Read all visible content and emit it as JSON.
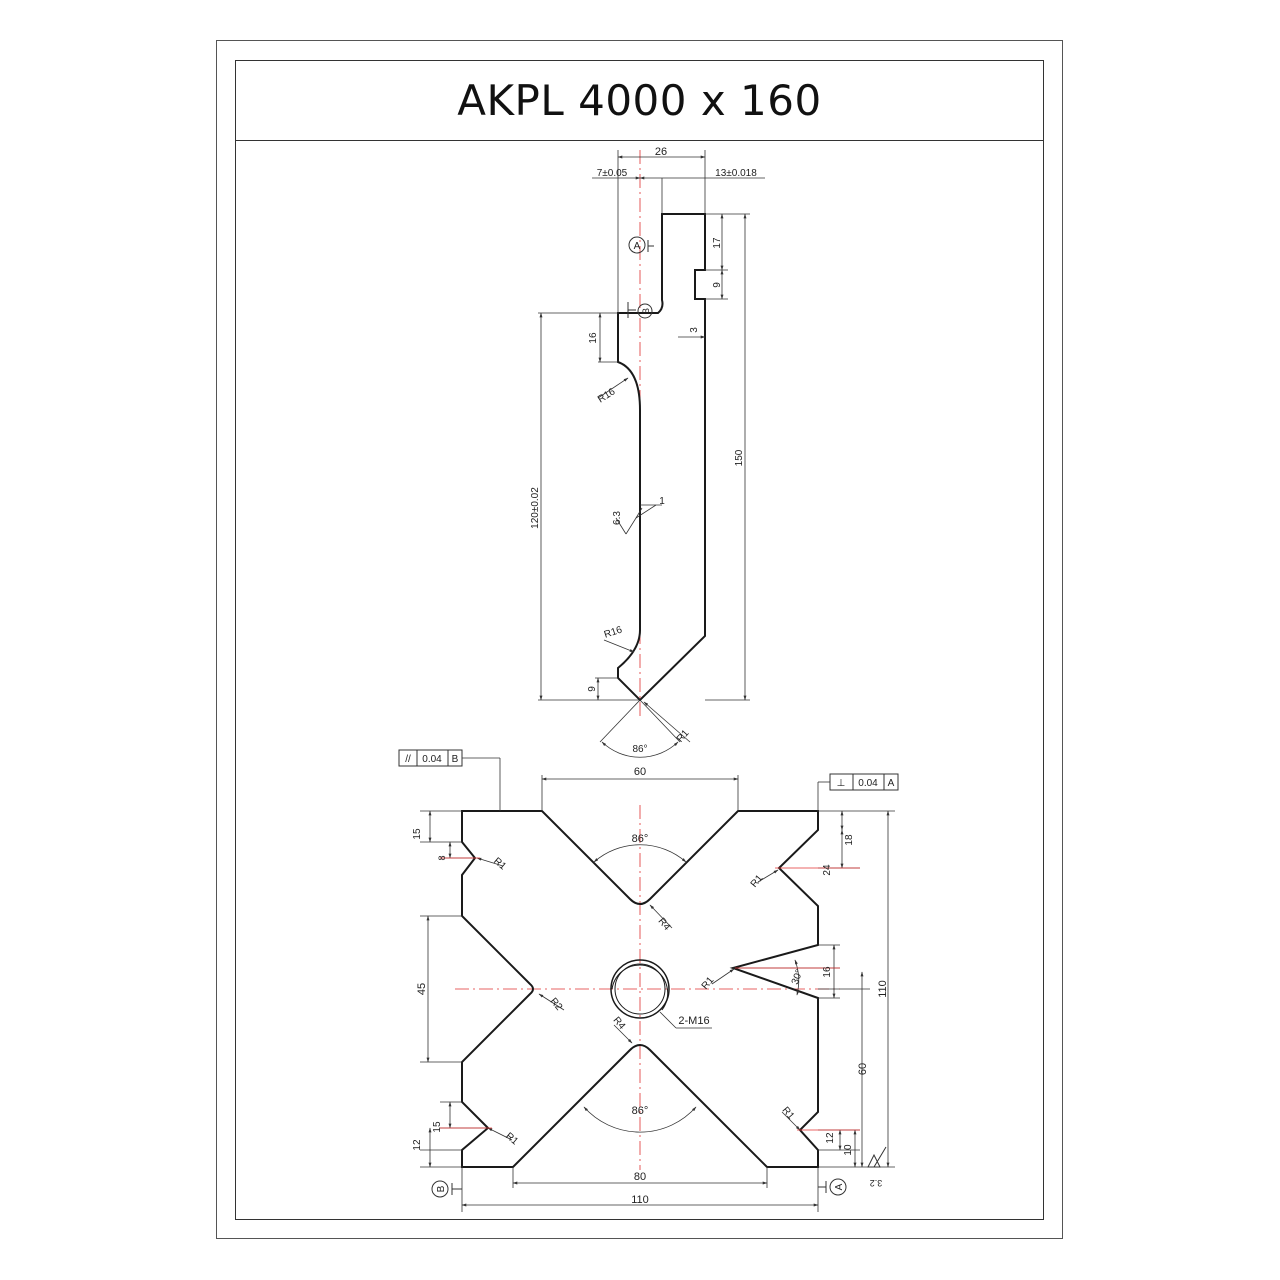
{
  "title": "AKPL 4000 x 160",
  "colors": {
    "outline": "#1a1a1a",
    "dim": "#333333",
    "centerline": "#e03030"
  },
  "punch": {
    "dims": {
      "width": "26",
      "offset_left": "7±0.05",
      "offset_right": "13±0.018",
      "top_step": "17",
      "slot": "9",
      "slot_w": "3",
      "shoulder": "16",
      "height_total": "150",
      "height_blade": "120±0.02",
      "tip_height": "9",
      "radius_top": "R16",
      "radius_bottom": "R16",
      "tip_radius": "R1",
      "tip_angle": "86°",
      "roughness": "6.3",
      "flat": "1"
    },
    "datums": {
      "a": "A",
      "b": "B"
    }
  },
  "die": {
    "tolerance_parallel": {
      "symbol": "//",
      "value": "0.04",
      "datum": "B"
    },
    "tolerance_perp": {
      "symbol": "⊥",
      "value": "0.04",
      "datum": "A"
    },
    "dims": {
      "top_opening": "60",
      "top_angle": "86°",
      "top_radius": "R4",
      "bottom_angle": "86°",
      "bottom_radius": "R4",
      "bottom_opening": "80",
      "width": "110",
      "height": "110",
      "hole": "2-M16",
      "left_v_height": "45",
      "left_v_radius": "R2",
      "right_v_angle": "30°",
      "right_v_height": "16",
      "right_v_radius": "R1",
      "right_center": "60",
      "right_top_a": "18",
      "right_top_b": "24",
      "right_top_r": "R1",
      "left_top_a": "15",
      "left_top_b": "8",
      "left_top_r": "R1",
      "left_bot_a": "15",
      "left_bot_b": "12",
      "left_bot_r": "R1",
      "right_bot_a": "12",
      "right_bot_b": "10",
      "right_bot_r": "R1",
      "surface_rough": "3.2"
    },
    "datums": {
      "a": "A",
      "b": "B"
    }
  }
}
